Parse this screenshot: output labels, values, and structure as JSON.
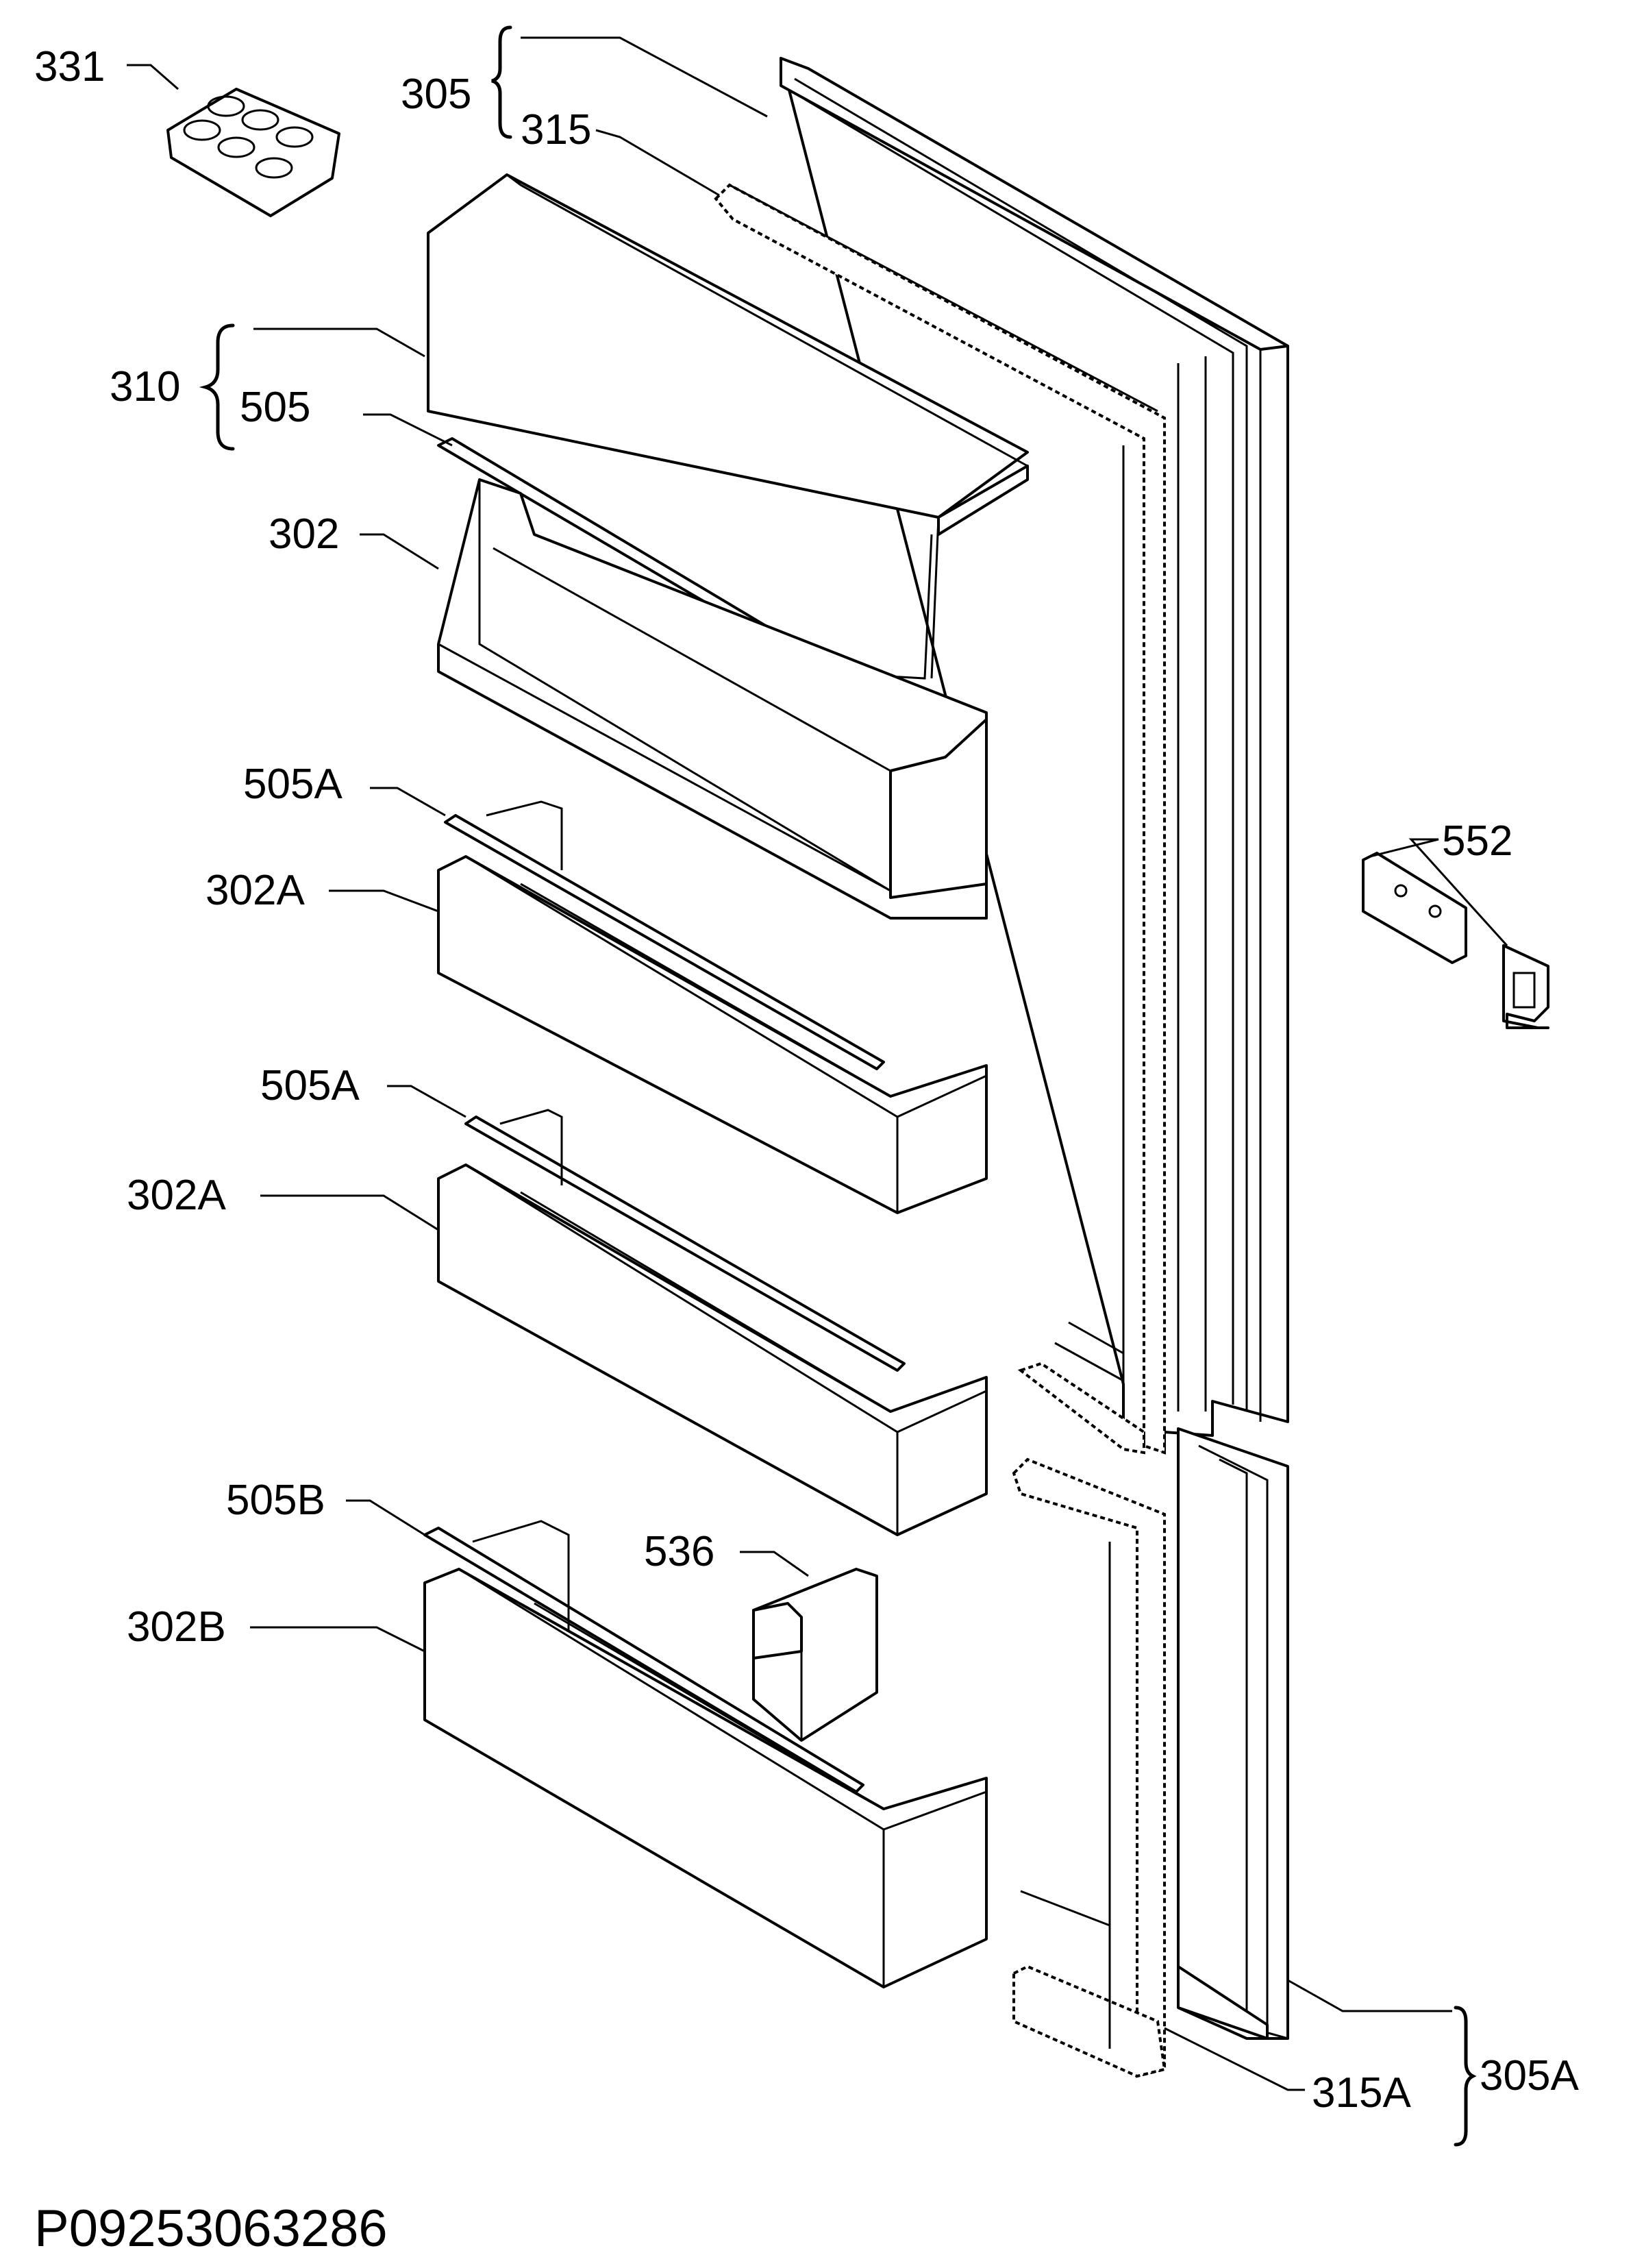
{
  "labels": {
    "l331": "331",
    "l305": "305",
    "l315": "315",
    "l310": "310",
    "l505": "505",
    "l302": "302",
    "l505a_1": "505A",
    "l302a_1": "302A",
    "l505a_2": "505A",
    "l302a_2": "302A",
    "l552": "552",
    "l505b": "505B",
    "l536": "536",
    "l302b": "302B",
    "l305a": "305A",
    "l315a": "315A"
  },
  "drawing_code": "P09253063286"
}
